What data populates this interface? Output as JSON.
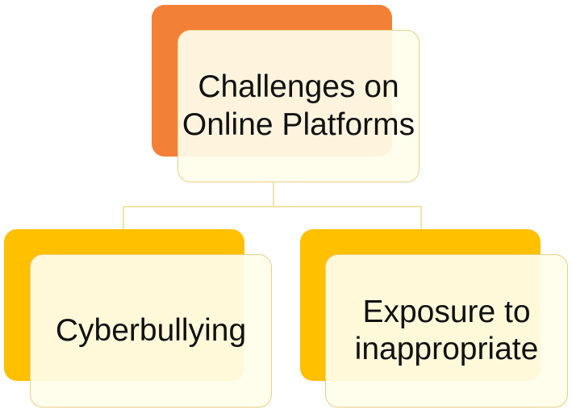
{
  "diagram": {
    "root": {
      "label": "Challenges on Online Platforms",
      "accent_color": "#f28137"
    },
    "children": [
      {
        "label": "Cyberbullying",
        "accent_color": "#ffc000"
      },
      {
        "label": "Exposure to inappropriate",
        "accent_color": "#ffc000"
      }
    ],
    "connector_color": "#f3e3a6",
    "card_fill": "#fffdeb",
    "card_border": "#e9cf86"
  }
}
